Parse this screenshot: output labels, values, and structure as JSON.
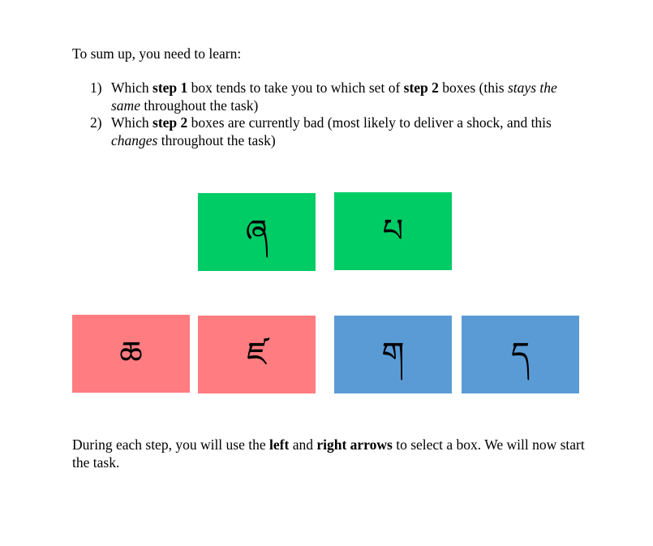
{
  "intro": "To sum up, you need to learn:",
  "items": [
    {
      "number": "1)",
      "parts": [
        {
          "t": "Which ",
          "s": "n"
        },
        {
          "t": "step 1",
          "s": "b"
        },
        {
          "t": " box tends to take you to which set of ",
          "s": "n"
        },
        {
          "t": "step 2",
          "s": "b"
        },
        {
          "t": " boxes (this ",
          "s": "n"
        },
        {
          "t": "stays the same",
          "s": "i"
        },
        {
          "t": " throughout the task)",
          "s": "n"
        }
      ]
    },
    {
      "number": "2)",
      "parts": [
        {
          "t": "Which ",
          "s": "n"
        },
        {
          "t": "step 2",
          "s": "b"
        },
        {
          "t": " boxes are currently bad (most likely to deliver a shock, and this ",
          "s": "n"
        },
        {
          "t": "changes",
          "s": "i"
        },
        {
          "t": " throughout the task)",
          "s": "n"
        }
      ]
    }
  ],
  "boxes": {
    "step1": [
      {
        "glyph": "ཞ",
        "color": "#00cc66"
      },
      {
        "glyph": "པ",
        "color": "#00cc66"
      }
    ],
    "step2": [
      {
        "glyph": "ཆ",
        "color": "#ff7c80"
      },
      {
        "glyph": "ཛ",
        "color": "#ff7c80"
      },
      {
        "glyph": "ག",
        "color": "#5b9bd5"
      },
      {
        "glyph": "ད",
        "color": "#5b9bd5"
      }
    ]
  },
  "outro": [
    {
      "t": "During each step, you will use the ",
      "s": "n"
    },
    {
      "t": "left",
      "s": "b"
    },
    {
      "t": " and ",
      "s": "n"
    },
    {
      "t": "right arrows",
      "s": "b"
    },
    {
      "t": " to select a box. We will now start the task.",
      "s": "n"
    }
  ]
}
